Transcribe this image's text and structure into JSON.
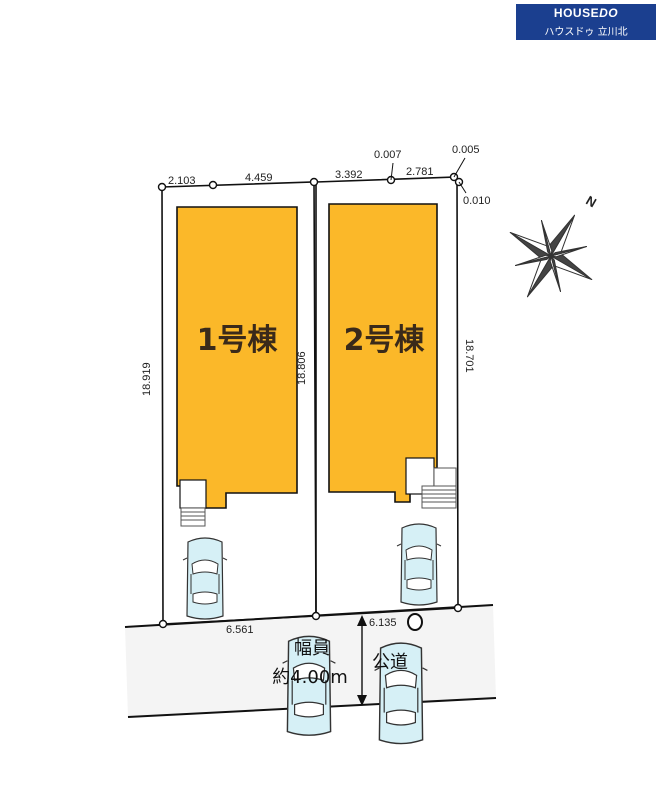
{
  "logo": {
    "brand": "HOUSEDO",
    "branch": "ハウスドゥ 立川北",
    "colors": {
      "background": "#1b3f8f",
      "text": "#ffffff"
    }
  },
  "buildings": [
    {
      "label": "1号棟",
      "color": "#fbb829"
    },
    {
      "label": "2号棟",
      "color": "#fbb829"
    }
  ],
  "dimensions": {
    "top_1a": "2.103",
    "top_1b": "4.459",
    "top_2a": "3.392",
    "top_2b": "0.007",
    "top_2c": "2.781",
    "corner_a": "0.005",
    "corner_b": "0.010",
    "left": "18.919",
    "middle": "18.806",
    "right": "18.701",
    "bottom_1": "6.561",
    "bottom_2": "6.135"
  },
  "road": {
    "width_label": "幅員",
    "width_value": "約4.00m",
    "type": "公道",
    "color": "#f4f4f4"
  },
  "compass": {
    "north": "N",
    "icon": "compass-rose-icon"
  },
  "cars": {
    "icon": "car-icon",
    "count": 4,
    "color": "#d6f0f6"
  }
}
